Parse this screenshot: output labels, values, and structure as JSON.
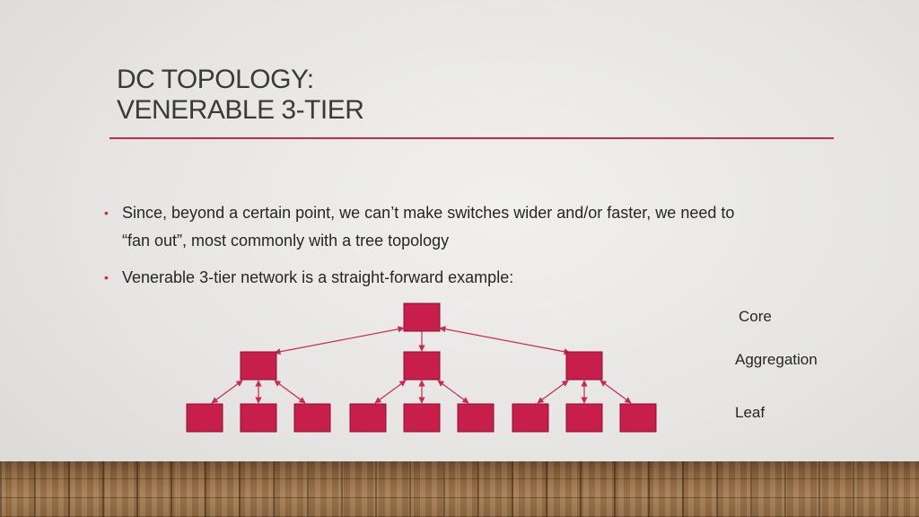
{
  "title": {
    "line1": "DC TOPOLOGY:",
    "line2": "VENERABLE 3-TIER"
  },
  "bullets": [
    {
      "line1": "Since, beyond a certain point, we can’t make switches wider and/or faster, we need to",
      "line2": "“fan out”, most commonly with a tree topology"
    },
    {
      "line1": "Venerable 3-tier network is a straight-forward example:"
    }
  ],
  "tiers": {
    "core": "Core",
    "aggregation": "Aggregation",
    "leaf": "Leaf"
  },
  "colors": {
    "accent": "#c9294f",
    "node_fill": "#c71e4c",
    "node_stroke": "#8e1030",
    "edge": "#c9294f"
  },
  "topology": {
    "core_nodes": 1,
    "aggregation_nodes": 3,
    "leaves_per_aggregation": 3
  }
}
